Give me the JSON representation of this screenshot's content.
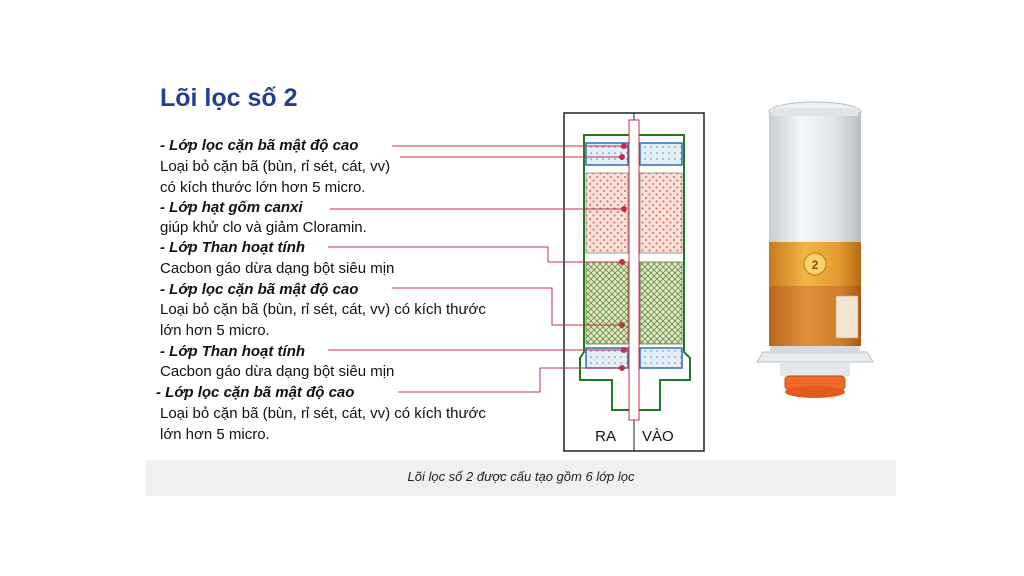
{
  "title": "Lõi lọc số 2",
  "layers": [
    {
      "heading": "- Lớp lọc cặn bã mật độ cao",
      "lines": [
        "Loại bỏ cặn bã (bùn, rỉ sét, cát, vv)",
        "có kích thước lớn hơn 5 micro."
      ]
    },
    {
      "heading": "- Lớp hạt gốm canxi",
      "lines": [
        "giúp khử clo và giảm Cloramin."
      ]
    },
    {
      "heading": "- Lớp Than hoạt tính",
      "lines": [
        "Cacbon gáo dừa dạng bột siêu mịn"
      ]
    },
    {
      "heading": "- Lớp lọc cặn bã  mật độ cao",
      "lines": [
        "Loại bỏ cặn bã (bùn, rỉ sét, cát, vv) có kích thước",
        "lớn hơn 5 micro."
      ]
    },
    {
      "heading": "- Lớp Than hoạt tính",
      "lines": [
        "Cacbon gáo dừa dạng bột siêu mịn"
      ]
    },
    {
      "heading": " - Lớp lọc cặn bã  mật độ cao",
      "lines": [
        "Loại bỏ cặn bã (bùn, rỉ sét, cát, vv) có kích thước",
        "lớn hơn 5 micro."
      ]
    }
  ],
  "diagram": {
    "out_label": "RA",
    "in_label": "VÀO"
  },
  "cartridge_badge": "2",
  "caption": "Lõi lọc số 2 được cấu tạo gồm 6 lớp lọc",
  "colors": {
    "title": "#243f8f",
    "leader": "#c0304a",
    "outline": "#1f7a1f"
  }
}
